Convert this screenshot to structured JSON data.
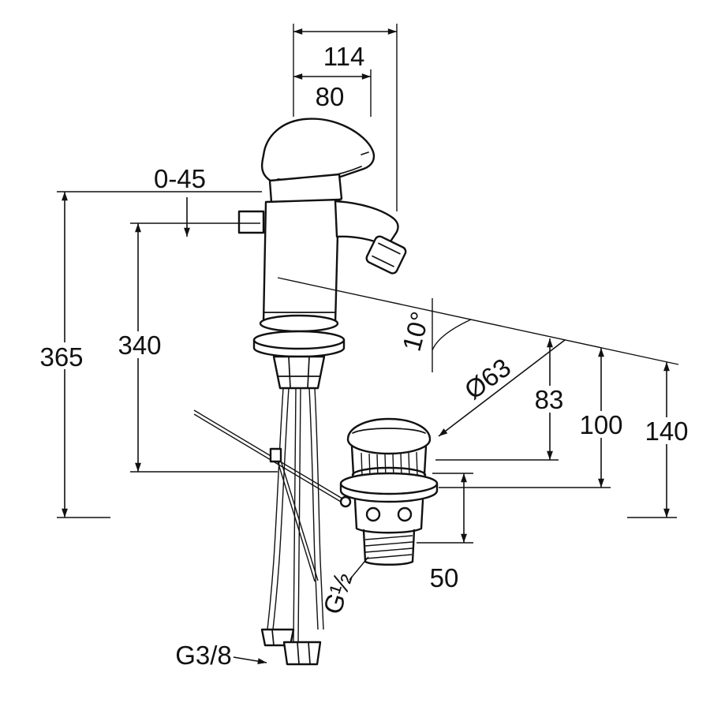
{
  "drawing": {
    "type": "technical-dimension-drawing",
    "subject": "single-lever bidet mixer with pop-up waste set",
    "colors": {
      "background": "#ffffff",
      "line": "#111111"
    },
    "dimensions": {
      "spout_projection_total": "114",
      "spout_projection": "80",
      "handle_angle_range": "0-45",
      "total_height": "365",
      "hose_length": "340",
      "spout_angle": "10°",
      "waste_cap_diameter": "Ø63",
      "waste_height_83": "83",
      "waste_height_100": "100",
      "waste_height_140": "140",
      "waste_tail_length": "50",
      "waste_thread": "G½",
      "supply_thread": "G3/8"
    }
  }
}
